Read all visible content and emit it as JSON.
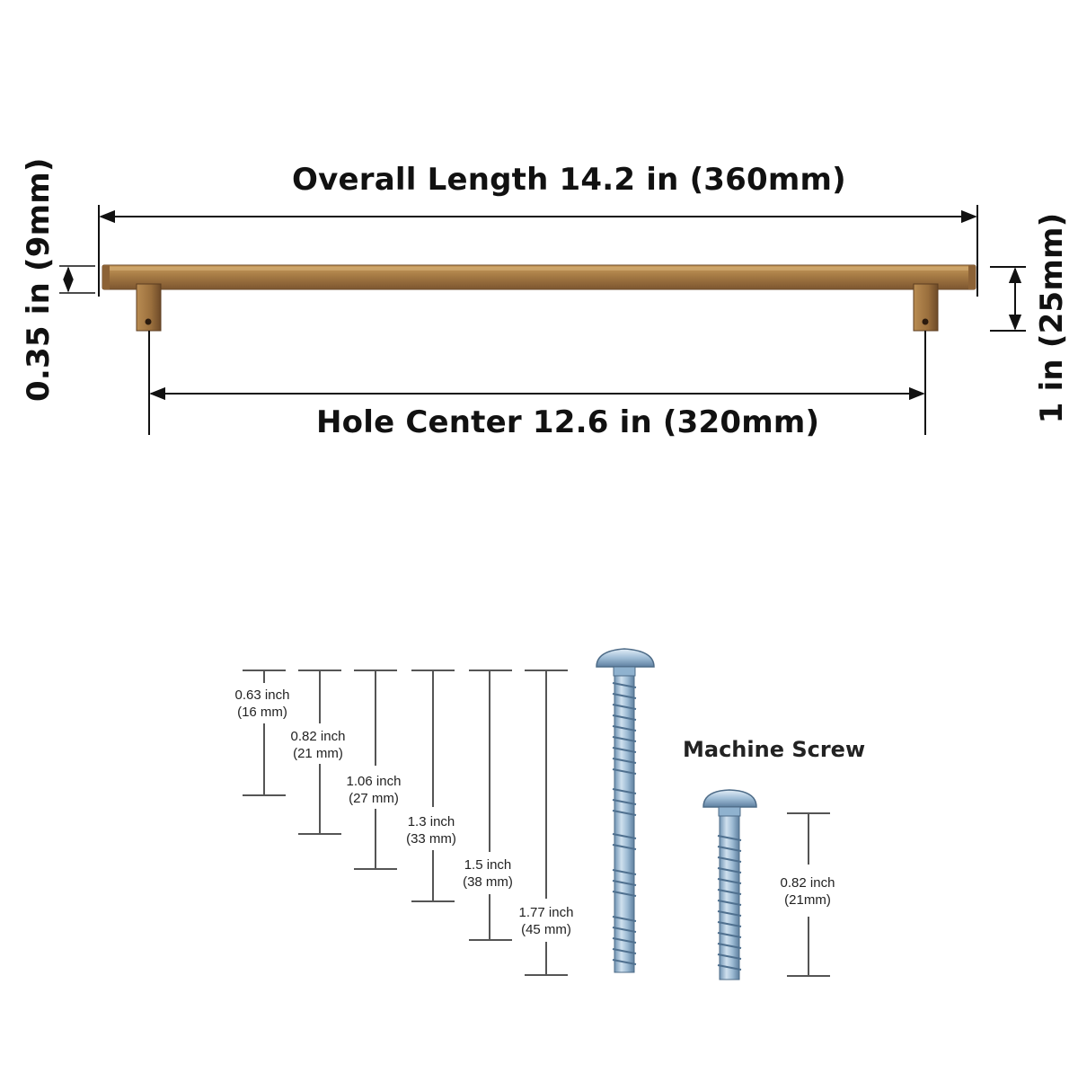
{
  "handle": {
    "overall_length": "Overall Length 14.2 in (360mm)",
    "hole_center": "Hole Center 12.6 in (320mm)",
    "bar_thickness": "0.35 in (9mm)",
    "height": "1 in (25mm)",
    "finish_color": "#a57a44"
  },
  "screws": {
    "title": "Machine Screw",
    "color": "#8fb2cf",
    "options": [
      {
        "inch": "0.63 inch",
        "mm": "(16 mm)"
      },
      {
        "inch": "0.82 inch",
        "mm": "(21 mm)"
      },
      {
        "inch": "1.06 inch",
        "mm": "(27 mm)"
      },
      {
        "inch": "1.3 inch",
        "mm": "(33 mm)"
      },
      {
        "inch": "1.5 inch",
        "mm": "(38 mm)"
      },
      {
        "inch": "1.77 inch",
        "mm": "(45 mm)"
      }
    ],
    "short_screw": {
      "inch": "0.82 inch",
      "mm": "(21mm)"
    }
  }
}
